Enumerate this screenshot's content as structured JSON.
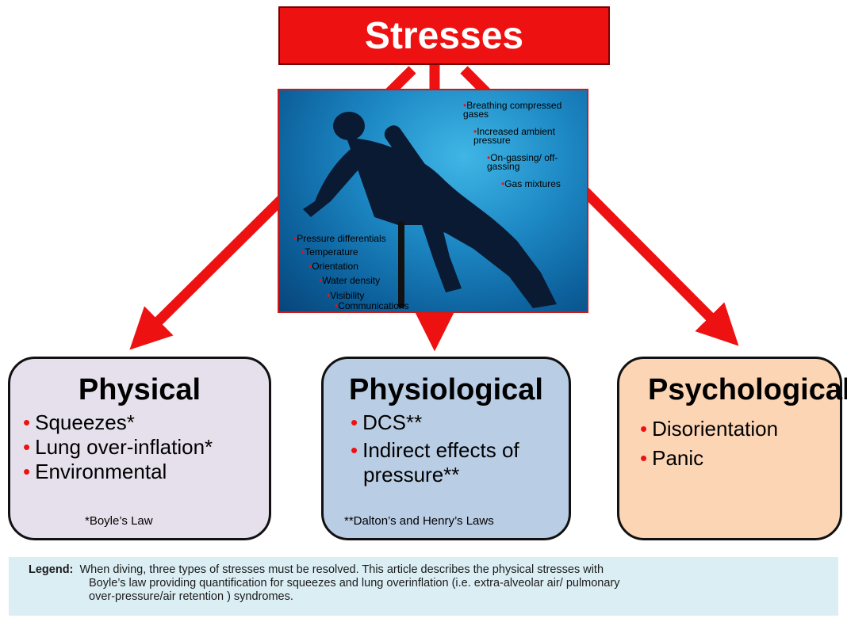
{
  "title": "Stresses",
  "photo": {
    "alt_icon": "scuba-diver-photo",
    "right_bullets": [
      "Breathing compressed gases",
      "Increased ambient pressure",
      "On-gassing/ off-gassing",
      "Gas mixtures"
    ],
    "left_bullets": [
      "Pressure differentials",
      "Temperature",
      "Orientation",
      "Water density",
      "Visibility",
      "Communications"
    ]
  },
  "boxes": [
    {
      "title": "Physical",
      "items": [
        "Squeezes*",
        "Lung over-inflation*",
        "Environmental"
      ],
      "note": "*Boyle’s Law",
      "color": "#e6e0ec"
    },
    {
      "title": "Physiological",
      "items": [
        "DCS**",
        "Indirect effects of pressure**"
      ],
      "note": "**Dalton’s and Henry’s Laws",
      "color": "#b9cde5"
    },
    {
      "title": "Psychological",
      "items": [
        "Disorientation",
        "Panic"
      ],
      "note": "",
      "color": "#fcd5b5"
    }
  ],
  "legend": {
    "label": "Legend:",
    "line1": "When diving, three types of stresses must be resolved. This article describes the physical stresses   with",
    "line2": "Boyle’s law  providing quantification for squeezes and lung overinflation (i.e. extra-alveolar air/ pulmonary",
    "line3": "over-pressure/air retention ) syndromes."
  },
  "colors": {
    "arrow": "#ee1111",
    "title_bg": "#ee1111"
  }
}
